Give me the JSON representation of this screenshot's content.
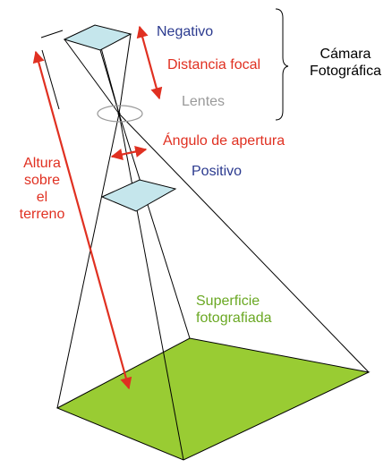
{
  "colors": {
    "ground": "#99cc33",
    "film": "#c5e6ec",
    "arrow": "#e03021",
    "blue": "#2b3a8f",
    "red": "#e03021",
    "gray": "#9a9a9a",
    "green": "#6aa823",
    "lines": "#000000"
  },
  "labels": {
    "negativo": "Negativo",
    "distancia_focal": "Distancia focal",
    "lentes": "Lentes",
    "camara_line1": "Cámara",
    "camara_line2": "Fotográfica",
    "angulo": "Ángulo de apertura",
    "positivo": "Positivo",
    "altura_line1": "Altura",
    "altura_line2": "sobre",
    "altura_line3": "el",
    "altura_line4": "terreno",
    "superficie_line1": "Superficie",
    "superficie_line2": "fotografiada"
  }
}
